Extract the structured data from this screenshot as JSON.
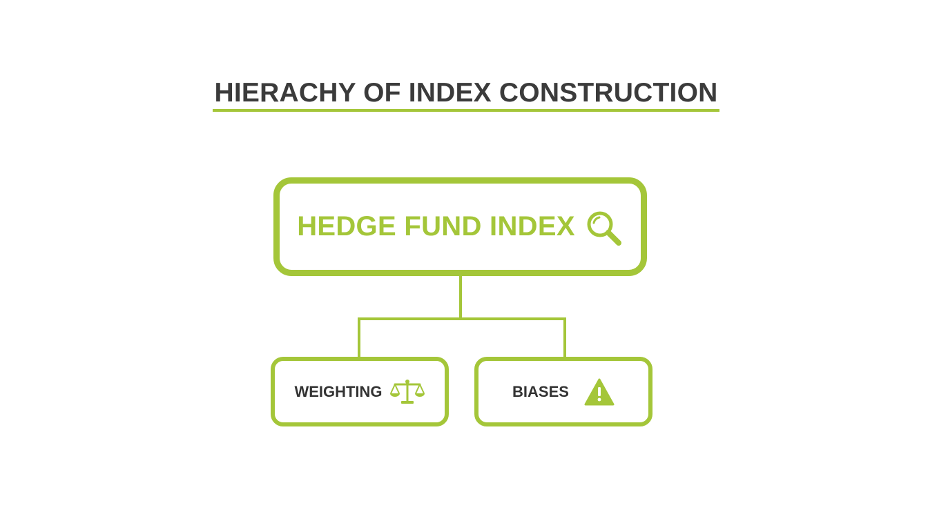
{
  "title": "HIERACHY OF INDEX CONSTRUCTION",
  "colors": {
    "accent": "#a4c639",
    "text_dark": "#3b3b3b",
    "background": "#ffffff"
  },
  "nodes": {
    "root": {
      "label": "HEDGE FUND INDEX",
      "icon": "magnifying-glass-icon"
    },
    "children": [
      {
        "label": "WEIGHTING",
        "icon": "balance-scale-icon"
      },
      {
        "label": "BIASES",
        "icon": "warning-triangle-icon"
      }
    ]
  }
}
